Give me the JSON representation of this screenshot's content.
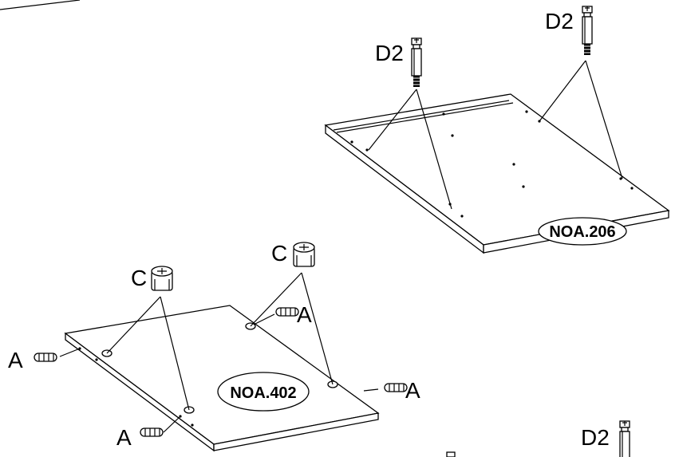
{
  "panels": {
    "upper": {
      "label": "NOA.206"
    },
    "lower": {
      "label": "NOA.402"
    }
  },
  "fittings": {
    "d2": "D2",
    "c": "C",
    "a": "A"
  }
}
